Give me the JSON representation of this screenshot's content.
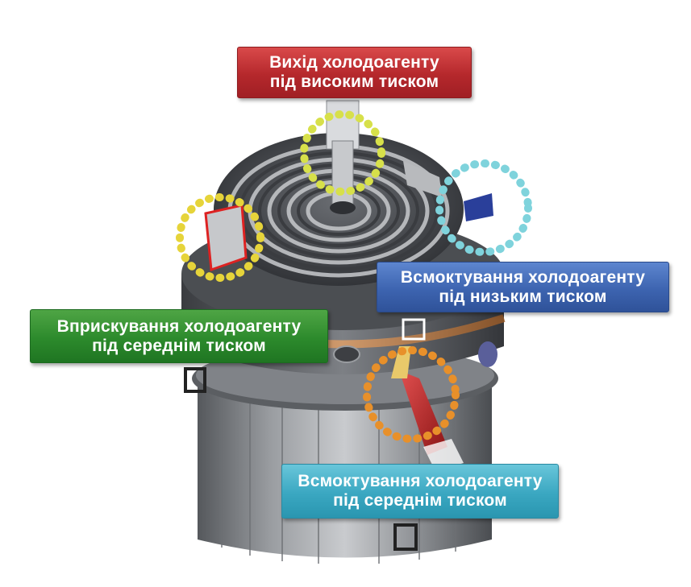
{
  "labels": {
    "high_pressure_outlet": {
      "line1": "Вихід холодоагенту",
      "line2": "під високим тиском",
      "color": "#b5282c"
    },
    "low_pressure_suction": {
      "line1": "Всмоктування холодоагенту",
      "line2": "під низьким тиском",
      "color": "#3d64b0"
    },
    "medium_pressure_injection": {
      "line1": "Вприскування холодоагенту",
      "line2": "під середнім тиском",
      "color": "#2c8a2c"
    },
    "medium_pressure_suction": {
      "line1": "Всмоктування холодоагенту",
      "line2": "під середнім тиском",
      "color": "#3aa7c1"
    }
  },
  "highlight_colors": {
    "outlet": "#d7e04a",
    "injection": "#e6d43a",
    "low_suction": "#7fd3dc",
    "mid_suction": "#e8902a"
  }
}
